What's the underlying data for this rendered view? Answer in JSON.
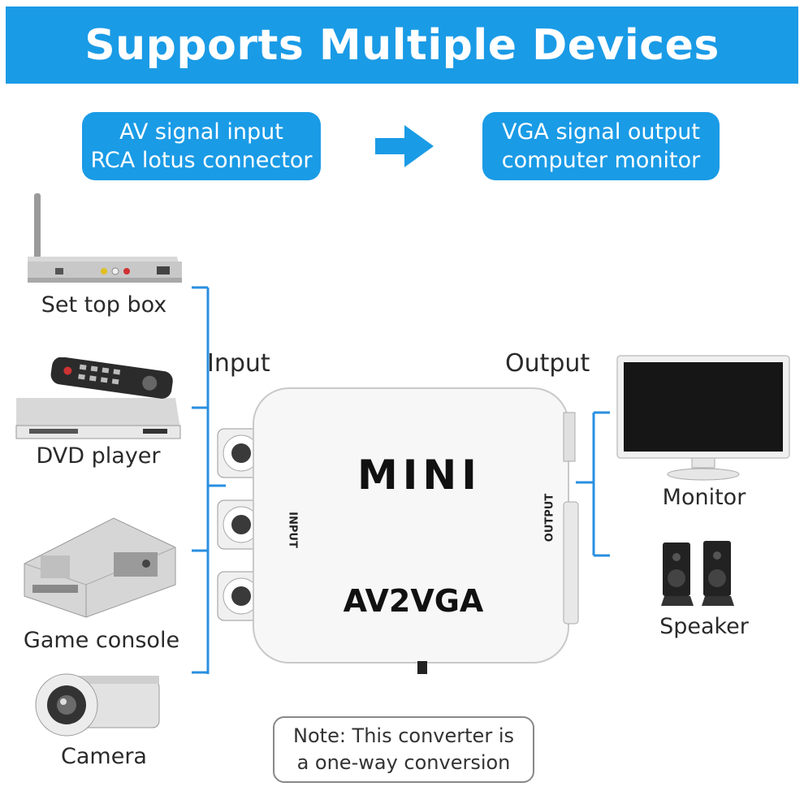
{
  "header": {
    "title": "Supports Multiple Devices"
  },
  "signal": {
    "input_line1": "AV signal input",
    "input_line2": "RCA lotus connector",
    "output_line1": "VGA signal output",
    "output_line2": "computer monitor"
  },
  "labels": {
    "input": "Input",
    "output": "Output"
  },
  "input_devices": [
    "Set top box",
    "DVD player",
    "Game console",
    "Camera"
  ],
  "output_devices": [
    "Monitor",
    "Speaker"
  ],
  "converter": {
    "brand": "MINI",
    "model": "AV2VGA",
    "side_input": "INPUT",
    "side_output": "OUTPUT"
  },
  "note": {
    "line1": "Note: This converter is",
    "line2": "a one-way conversion"
  },
  "colors": {
    "accent": "#1a9be6",
    "bracket": "#2a8fe0"
  }
}
